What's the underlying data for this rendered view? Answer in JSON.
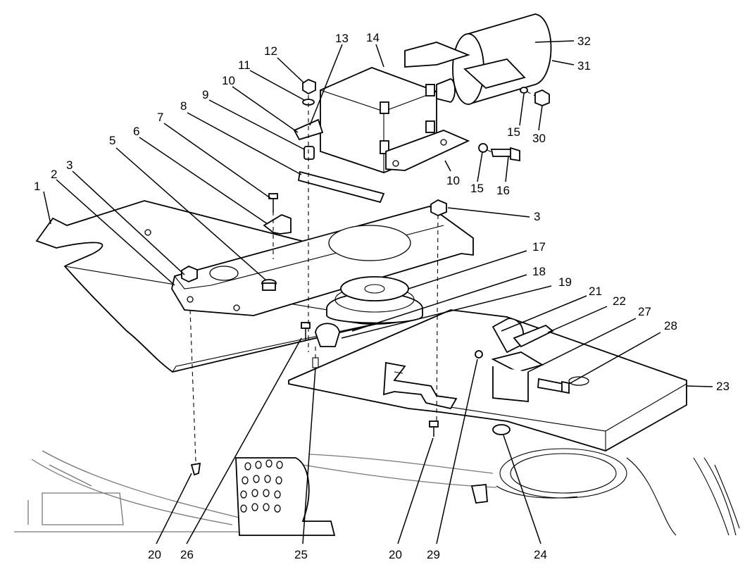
{
  "callouts": [
    {
      "id": "c1",
      "text": "1"
    },
    {
      "id": "c2",
      "text": "2"
    },
    {
      "id": "c3a",
      "text": "3"
    },
    {
      "id": "c5",
      "text": "5"
    },
    {
      "id": "c6",
      "text": "6"
    },
    {
      "id": "c7",
      "text": "7"
    },
    {
      "id": "c8",
      "text": "8"
    },
    {
      "id": "c9",
      "text": "9"
    },
    {
      "id": "c10a",
      "text": "10"
    },
    {
      "id": "c11",
      "text": "11"
    },
    {
      "id": "c12",
      "text": "12"
    },
    {
      "id": "c13",
      "text": "13"
    },
    {
      "id": "c14",
      "text": "14"
    },
    {
      "id": "c32",
      "text": "32"
    },
    {
      "id": "c31",
      "text": "31"
    },
    {
      "id": "c15a",
      "text": "15"
    },
    {
      "id": "c30",
      "text": "30"
    },
    {
      "id": "c10b",
      "text": "10"
    },
    {
      "id": "c15b",
      "text": "15"
    },
    {
      "id": "c16",
      "text": "16"
    },
    {
      "id": "c3b",
      "text": "3"
    },
    {
      "id": "c17",
      "text": "17"
    },
    {
      "id": "c18",
      "text": "18"
    },
    {
      "id": "c19",
      "text": "19"
    },
    {
      "id": "c21",
      "text": "21"
    },
    {
      "id": "c22",
      "text": "22"
    },
    {
      "id": "c27",
      "text": "27"
    },
    {
      "id": "c28",
      "text": "28"
    },
    {
      "id": "c23",
      "text": "23"
    },
    {
      "id": "c20a",
      "text": "20"
    },
    {
      "id": "c26",
      "text": "26"
    },
    {
      "id": "c25",
      "text": "25"
    },
    {
      "id": "c20b",
      "text": "20"
    },
    {
      "id": "c29",
      "text": "29"
    },
    {
      "id": "c24",
      "text": "24"
    }
  ]
}
